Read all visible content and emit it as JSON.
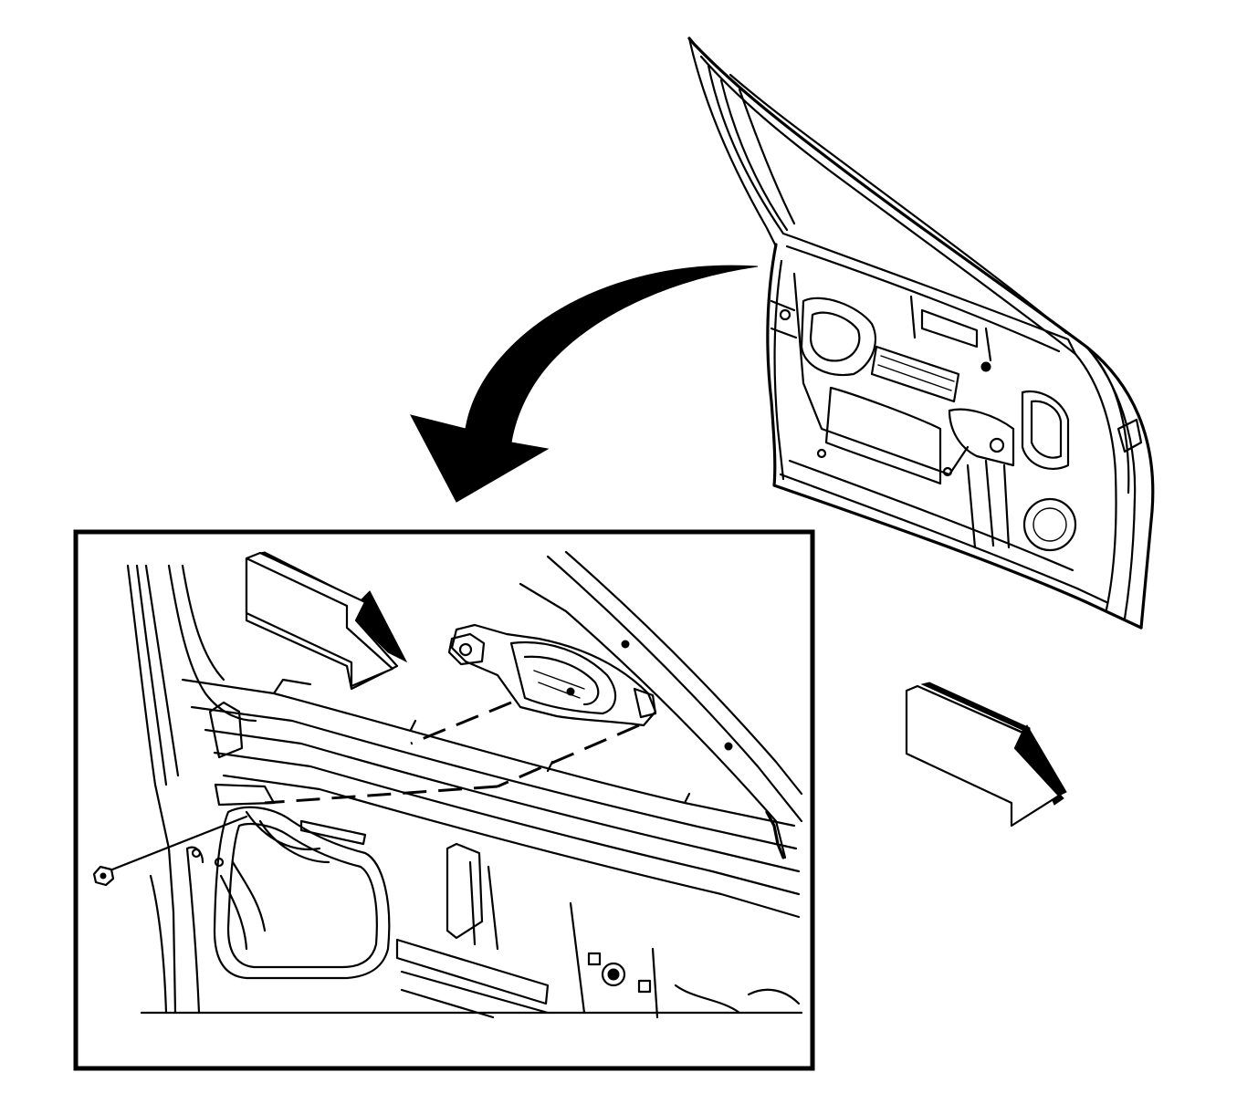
{
  "diagram": {
    "type": "service-illustration",
    "colors": {
      "line": "#000000",
      "background": "#ffffff"
    },
    "parts": [
      {
        "id": "door-assembly",
        "icon": "door-outline-icon"
      },
      {
        "id": "curved-arrow",
        "icon": "curved-arrow-icon"
      },
      {
        "id": "inset-detail",
        "icon": "detail-view-frame"
      },
      {
        "id": "forward-arrow-inset",
        "icon": "vehicle-front-arrow-icon"
      },
      {
        "id": "forward-arrow-main",
        "icon": "vehicle-front-arrow-icon"
      },
      {
        "id": "inside-handle",
        "icon": "door-handle-icon"
      },
      {
        "id": "fastener",
        "icon": "bolt-icon"
      }
    ]
  }
}
